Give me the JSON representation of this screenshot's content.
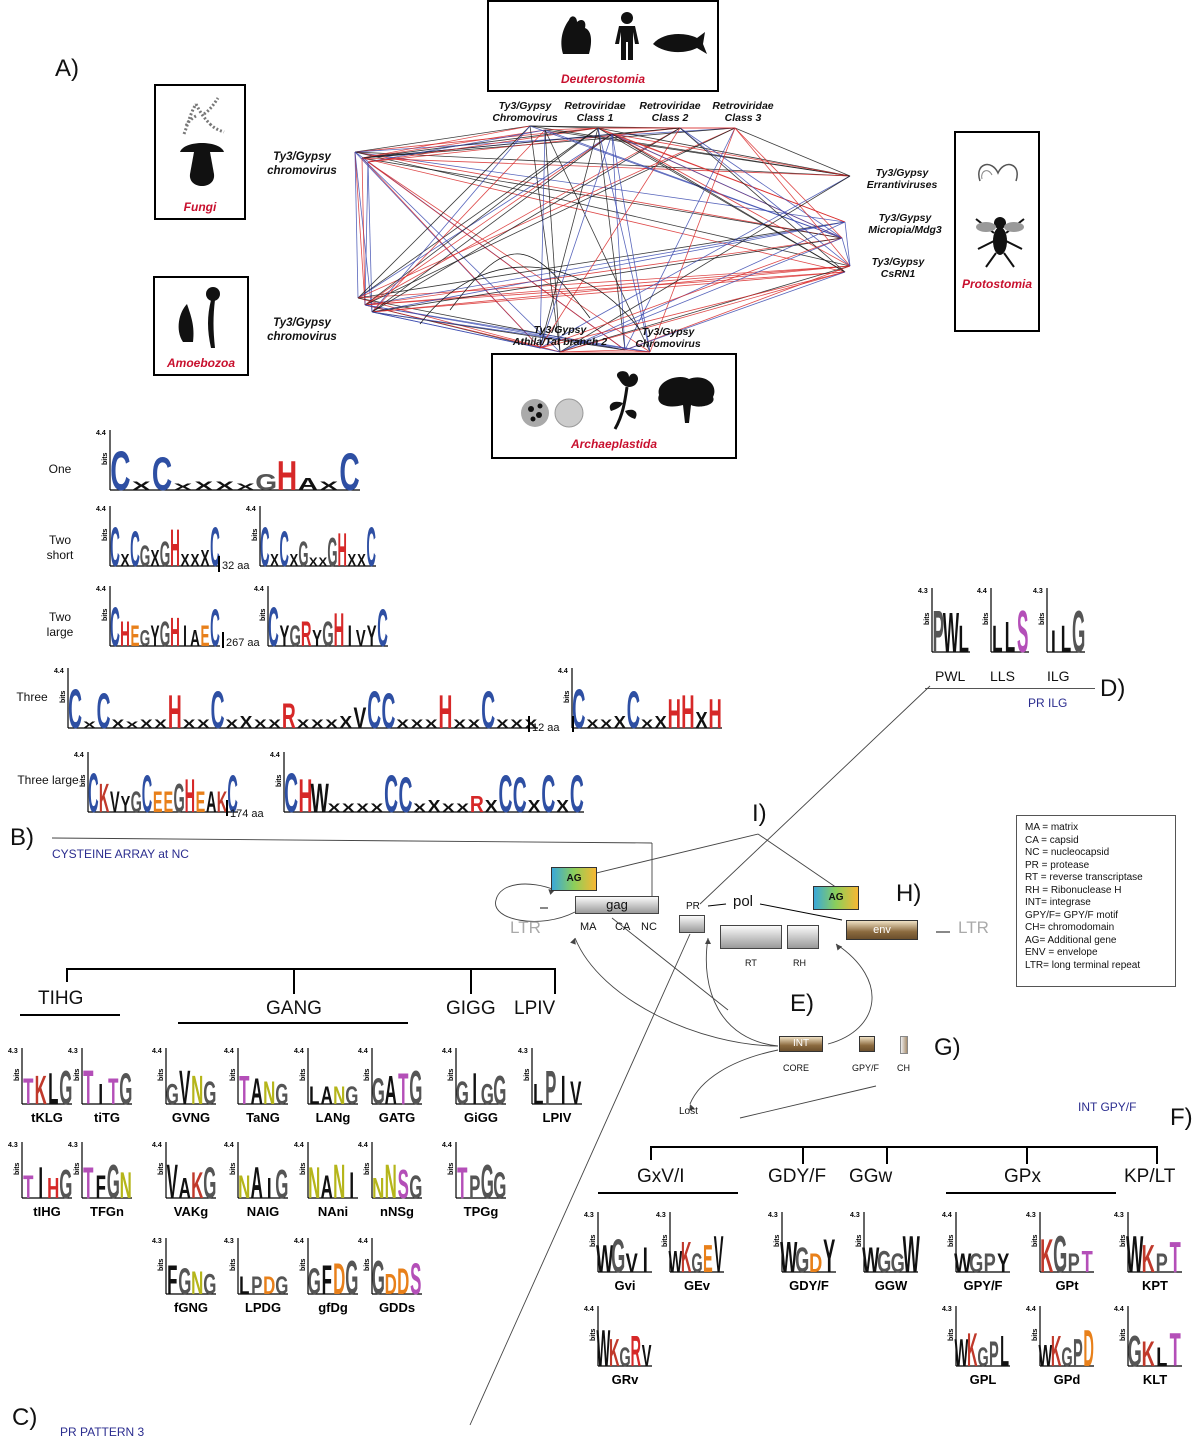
{
  "panelA": {
    "label": "A)",
    "taxa": {
      "deuterostomia": "Deuterostomia",
      "fungi": "Fungi",
      "amoebozoa": "Amoebozoa",
      "protostomia": "Protostomia",
      "archaeplastida": "Archaeplastida"
    },
    "elements": {
      "deut1": [
        "Ty3/Gypsy",
        "Chromovirus"
      ],
      "deut2": [
        "Retroviridae",
        "Class 1"
      ],
      "deut3": [
        "Retroviridae",
        "Class 2"
      ],
      "deut4": [
        "Retroviridae",
        "Class 3"
      ],
      "fungi": [
        "Ty3/Gypsy",
        "chromovirus"
      ],
      "amoeb": [
        "Ty3/Gypsy",
        "chromovirus"
      ],
      "prot1": [
        "Ty3/Gypsy",
        "Errantiviruses"
      ],
      "prot2": [
        "Ty3/Gypsy",
        "Micropia/Mdg3"
      ],
      "prot3": [
        "Ty3/Gypsy",
        "CsRN1"
      ],
      "arch1": [
        "Ty3/Gypsy",
        "Athila/Tat branch 2"
      ],
      "arch2": [
        "Ty3/Gypsy",
        "Chromovirus"
      ]
    },
    "line_colors": [
      "#d92b2b",
      "#3b4bb0",
      "#1a1a1a"
    ]
  },
  "panelB": {
    "label": "B)",
    "title": "CYSTEINE ARRAY at NC",
    "rows": [
      {
        "name": "One",
        "max": "4.4",
        "gap": ""
      },
      {
        "name": "Two\nshort",
        "max": "4.4",
        "gap": "32 aa"
      },
      {
        "name": "Two\nlarge",
        "max": "4.4",
        "gap": "267 aa"
      },
      {
        "name": "Three",
        "max": "4.4",
        "gap": "12 aa"
      },
      {
        "name": "Three large",
        "max": "4.4",
        "gap": "174 aa"
      }
    ],
    "bits_label": "bits"
  },
  "panelC": {
    "label": "C)",
    "title": "PR  PATTERN 3",
    "groups": [
      "TIHG",
      "GANG",
      "GIGG",
      "LPIV"
    ],
    "logos": [
      {
        "name": "tKLG",
        "max": "4.3",
        "letters": "TKLG"
      },
      {
        "name": "tiTG",
        "max": "4.3",
        "letters": "TITG"
      },
      {
        "name": "tIHG",
        "max": "4.3",
        "letters": "TIHG"
      },
      {
        "name": "TFGn",
        "max": "4.3",
        "letters": "TFGN"
      },
      {
        "name": "GVNG",
        "max": "4.4",
        "letters": "GVNG"
      },
      {
        "name": "TaNG",
        "max": "4.4",
        "letters": "TANG"
      },
      {
        "name": "LANg",
        "max": "4.4",
        "letters": "LANG"
      },
      {
        "name": "GATG",
        "max": "4.4",
        "letters": "GATG"
      },
      {
        "name": "VAKg",
        "max": "4.4",
        "letters": "VAKG"
      },
      {
        "name": "NAIG",
        "max": "4.4",
        "letters": "NAIG"
      },
      {
        "name": "NAni",
        "max": "4.4",
        "letters": "NANI"
      },
      {
        "name": "nNSg",
        "max": "4.4",
        "letters": "NNSG"
      },
      {
        "name": "fGNG",
        "max": "4.3",
        "letters": "FGNG"
      },
      {
        "name": "LPDG",
        "max": "4.3",
        "letters": "LPDG"
      },
      {
        "name": "gfDg",
        "max": "4.4",
        "letters": "GFDG"
      },
      {
        "name": "GDDs",
        "max": "4.4",
        "letters": "GDDS"
      },
      {
        "name": "GiGG",
        "max": "4.4",
        "letters": "GIGG"
      },
      {
        "name": "TPGg",
        "max": "4.4",
        "letters": "TPGG"
      },
      {
        "name": "LPIV",
        "max": "4.3",
        "letters": "LPIV"
      }
    ]
  },
  "panelD": {
    "label": "D)",
    "title": "PR  ILG",
    "logos": [
      {
        "name": "PWL",
        "max": "4.3",
        "letters": "PWL"
      },
      {
        "name": "LLS",
        "max": "4.4",
        "letters": "LLS"
      },
      {
        "name": "ILG",
        "max": "4.3",
        "letters": "ILG"
      }
    ]
  },
  "panelF": {
    "label": "F)",
    "title": "INT GPY/F",
    "groups": [
      "GxV/I",
      "GDY/F",
      "GGw",
      "GPx",
      "KP/LT"
    ],
    "logos": [
      {
        "name": "Gvi",
        "max": "4.3",
        "letters": "WGVI"
      },
      {
        "name": "GEv",
        "max": "4.3",
        "letters": "WKGEV"
      },
      {
        "name": "GRv",
        "max": "4.4",
        "letters": "WKGRV"
      },
      {
        "name": "GDY/F",
        "max": "4.3",
        "letters": "WGDY"
      },
      {
        "name": "GGW",
        "max": "4.3",
        "letters": "WGGW"
      },
      {
        "name": "GPY/F",
        "max": "4.4",
        "letters": "WGPY"
      },
      {
        "name": "GPt",
        "max": "4.3",
        "letters": "KGPT"
      },
      {
        "name": "GPL",
        "max": "4.3",
        "letters": "WKGPL"
      },
      {
        "name": "GPd",
        "max": "4.4",
        "letters": "WKGPD"
      },
      {
        "name": "KPT",
        "max": "4.3",
        "letters": "WKPT"
      },
      {
        "name": "KLT",
        "max": "4.4",
        "letters": "GKLT"
      }
    ]
  },
  "genome": {
    "ltr": "LTR",
    "gag": "gag",
    "pol": "pol",
    "env": "env",
    "ag": "AG",
    "pr": "PR",
    "rt": "RT",
    "rh": "RH",
    "int": "INT",
    "core": "CORE",
    "gpyf": "GPY/F",
    "ch": "CH",
    "ma": "MA",
    "ca": "CA",
    "nc": "NC",
    "lost": "Lost",
    "labels": {
      "E": "E)",
      "G": "G)",
      "H": "H)",
      "I": "I)"
    }
  },
  "legend": [
    "MA = matrix",
    "CA = capsid",
    "NC = nucleocapsid",
    "PR = protease",
    "RT = reverse transcriptase",
    "RH = Ribonuclease H",
    "INT= integrase",
    "GPY/F= GPY/F motif",
    "CH= chromodomain",
    "AG= Additional gene",
    "ENV = envelope",
    "LTR= long terminal repeat"
  ]
}
